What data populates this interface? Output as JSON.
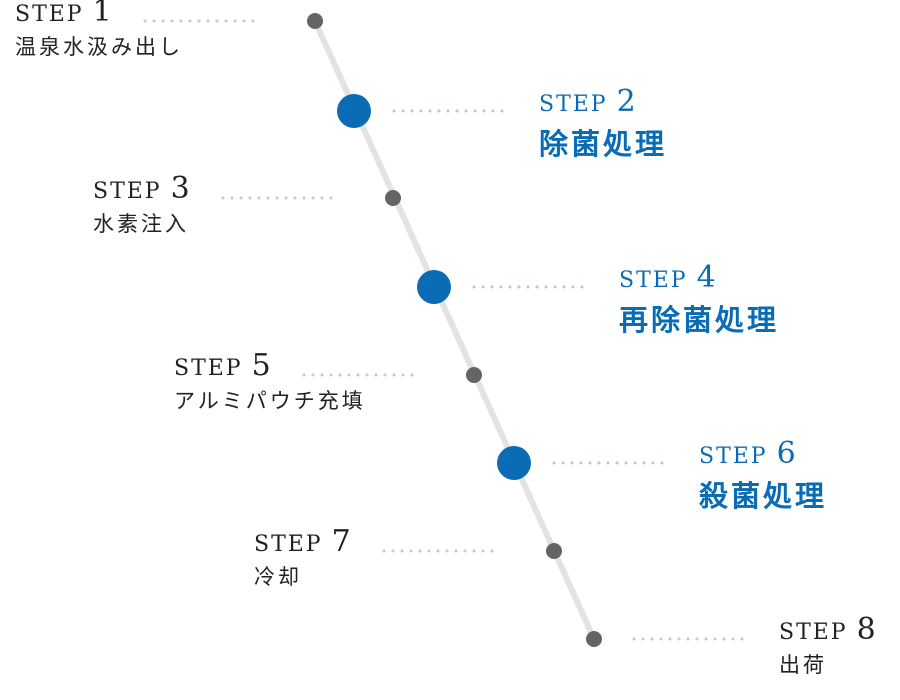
{
  "colors": {
    "line": "#e3e3e3",
    "node_small": "#646464",
    "node_large": "#0a6cb5",
    "dots_gray": "#c8c8c8",
    "dots_blue": "#a9c8e0",
    "highlight_text": "#0a6cb5",
    "highlight_bg": "#e2eff8"
  },
  "steps": [
    {
      "prefix": "STEP",
      "number": "1",
      "name": "温泉水汲み出し",
      "highlight": false,
      "side": "left"
    },
    {
      "prefix": "STEP",
      "number": "2",
      "name": "除菌処理",
      "highlight": true,
      "side": "right"
    },
    {
      "prefix": "STEP",
      "number": "3",
      "name": "水素注入",
      "highlight": false,
      "side": "left"
    },
    {
      "prefix": "STEP",
      "number": "4",
      "name": "再除菌処理",
      "highlight": true,
      "side": "right"
    },
    {
      "prefix": "STEP",
      "number": "5",
      "name": "アルミパウチ充填",
      "highlight": false,
      "side": "left"
    },
    {
      "prefix": "STEP",
      "number": "6",
      "name": "殺菌処理",
      "highlight": true,
      "side": "right"
    },
    {
      "prefix": "STEP",
      "number": "7",
      "name": "冷却",
      "highlight": false,
      "side": "left"
    },
    {
      "prefix": "STEP",
      "number": "8",
      "name": "出荷",
      "highlight": false,
      "side": "right"
    }
  ]
}
